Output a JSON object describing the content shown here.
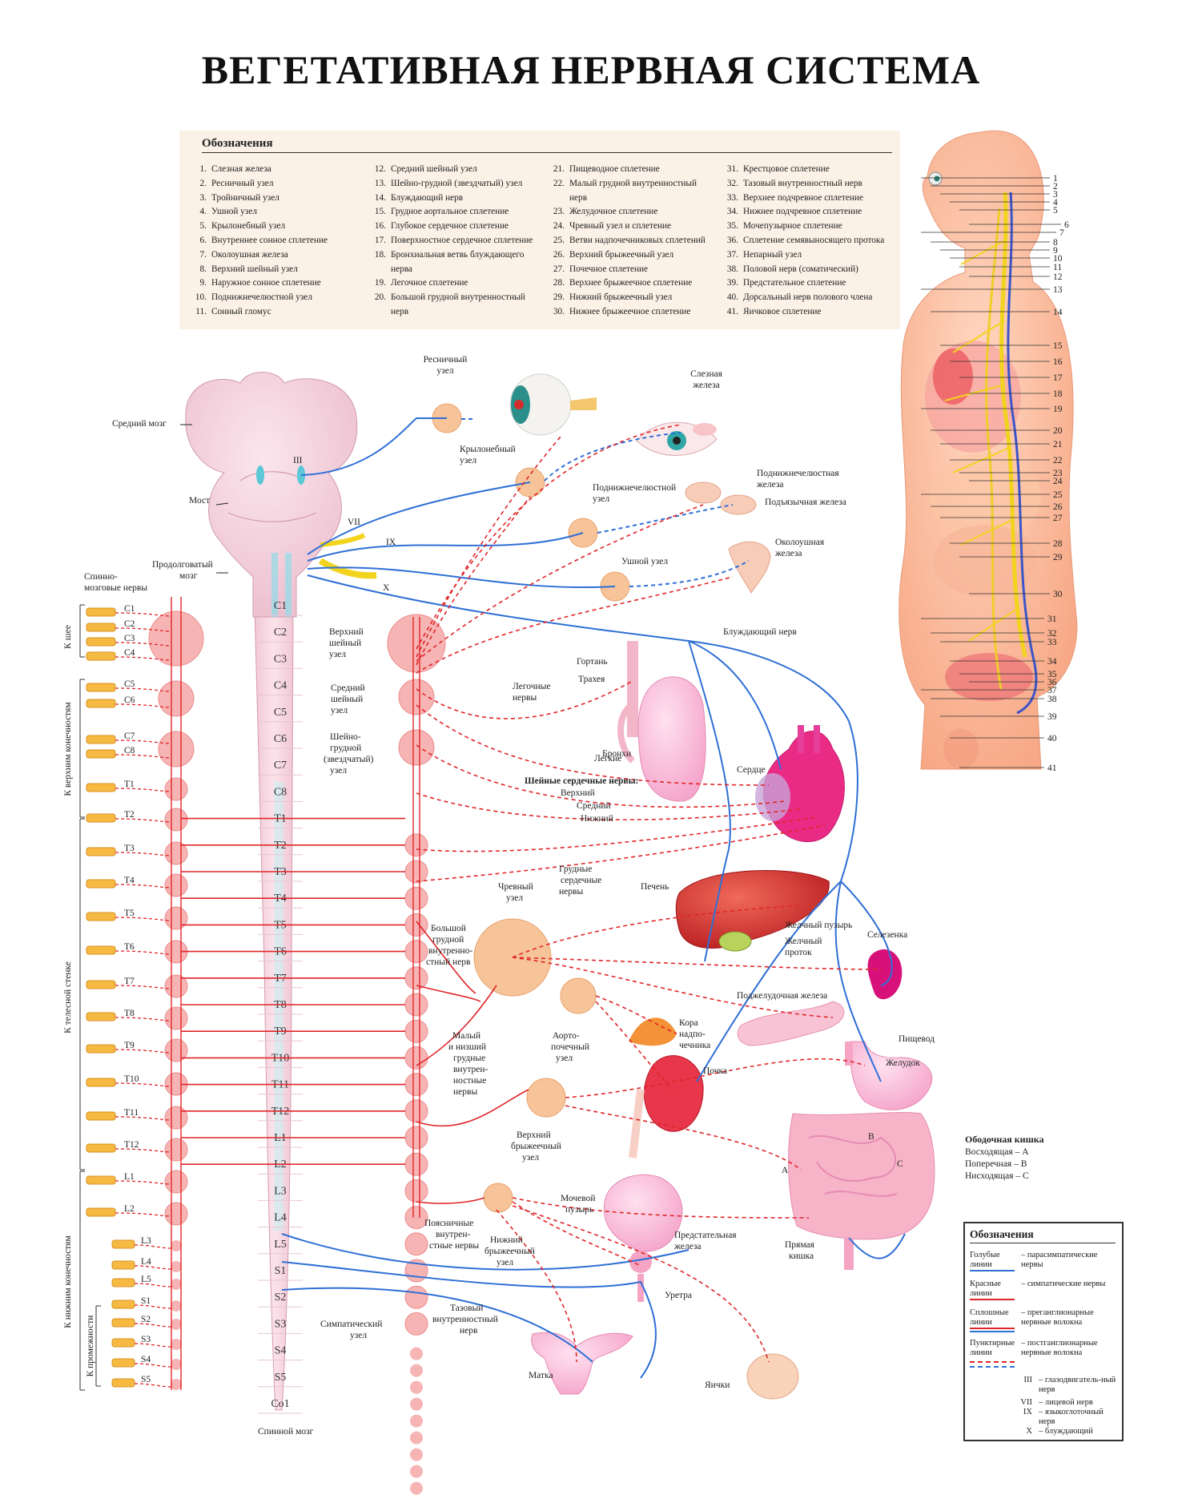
{
  "title": "ВЕГЕТАТИВНАЯ НЕРВНАЯ СИСТЕМА",
  "legend_top": {
    "title": "Обозначения",
    "col1": [
      {
        "n": "1.",
        "t": "Слезная железа"
      },
      {
        "n": "2.",
        "t": "Ресничный узел"
      },
      {
        "n": "3.",
        "t": "Тройничный узел"
      },
      {
        "n": "4.",
        "t": "Ушной узел"
      },
      {
        "n": "5.",
        "t": "Крылонебный узел"
      },
      {
        "n": "6.",
        "t": "Внутреннее сонное сплетение"
      },
      {
        "n": "7.",
        "t": "Околоушная железа"
      },
      {
        "n": "8.",
        "t": "Верхний шейный узел"
      },
      {
        "n": "9.",
        "t": "Наружное сонное сплетение"
      },
      {
        "n": "10.",
        "t": "Поднижнечелюстной узел"
      },
      {
        "n": "11.",
        "t": "Сонный гломус"
      }
    ],
    "col2": [
      {
        "n": "12.",
        "t": "Средний шейный узел"
      },
      {
        "n": "13.",
        "t": "Шейно-грудной (звездчатый) узел"
      },
      {
        "n": "14.",
        "t": "Блуждающий нерв"
      },
      {
        "n": "15.",
        "t": "Грудное аортальное сплетение"
      },
      {
        "n": "16.",
        "t": "Глубокое сердечное сплетение"
      },
      {
        "n": "17.",
        "t": "Поверхностное сердечное сплетение"
      },
      {
        "n": "18.",
        "t": "Бронхиальная ветвь блуждающего"
      },
      {
        "n": "",
        "t": "нерва"
      },
      {
        "n": "19.",
        "t": "Легочное сплетение"
      },
      {
        "n": "20.",
        "t": "Большой грудной внутренностный"
      },
      {
        "n": "",
        "t": "нерв"
      }
    ],
    "col3": [
      {
        "n": "21.",
        "t": "Пищеводное сплетение"
      },
      {
        "n": "22.",
        "t": "Малый грудной внутренностный"
      },
      {
        "n": "",
        "t": "нерв"
      },
      {
        "n": "23.",
        "t": "Желудочное сплетение"
      },
      {
        "n": "24.",
        "t": "Чревный узел и сплетение"
      },
      {
        "n": "25.",
        "t": "Ветви надпочечниковых сплетений"
      },
      {
        "n": "26.",
        "t": "Верхний брыжеечный узел"
      },
      {
        "n": "27.",
        "t": "Почечное сплетение"
      },
      {
        "n": "28.",
        "t": "Верхнее брыжеечное сплетение"
      },
      {
        "n": "29.",
        "t": "Нижний брыжеечный узел"
      },
      {
        "n": "30.",
        "t": "Нижнее брыжеечное сплетение"
      }
    ],
    "col4": [
      {
        "n": "31.",
        "t": "Крестцовое сплетение"
      },
      {
        "n": "32.",
        "t": "Тазовый внутренностный нерв"
      },
      {
        "n": "33.",
        "t": "Верхнее подчревное сплетение"
      },
      {
        "n": "34.",
        "t": "Нижнее подчревное сплетение"
      },
      {
        "n": "35.",
        "t": "Мочепузырное сплетение"
      },
      {
        "n": "36.",
        "t": "Сплетение семявыносящего протока"
      },
      {
        "n": "37.",
        "t": "Непарный узел"
      },
      {
        "n": "38.",
        "t": "Половой нерв (соматический)"
      },
      {
        "n": "39.",
        "t": "Предстательное сплетение"
      },
      {
        "n": "40.",
        "t": "Дорсальный нерв полового члена"
      },
      {
        "n": "41.",
        "t": "Яичковое сплетение"
      }
    ]
  },
  "body_numbers": [
    "1",
    "2",
    "3",
    "4",
    "5",
    "6",
    "7",
    "8",
    "9",
    "10",
    "11",
    "12",
    "13",
    "14",
    "15",
    "16",
    "17",
    "18",
    "19",
    "20",
    "21",
    "22",
    "23",
    "24",
    "25",
    "26",
    "27",
    "28",
    "29",
    "30",
    "31",
    "32",
    "33",
    "34",
    "35",
    "36",
    "37",
    "38",
    "39",
    "40",
    "41"
  ],
  "cord_segments": [
    "C1",
    "C2",
    "C3",
    "C4",
    "C5",
    "C6",
    "C7",
    "C8",
    "T1",
    "T2",
    "T3",
    "T4",
    "T5",
    "T6",
    "T7",
    "T8",
    "T9",
    "T10",
    "T11",
    "T12",
    "L1",
    "L2",
    "L3",
    "L4",
    "L5",
    "S1",
    "S2",
    "S3",
    "S4",
    "S5",
    "Co1"
  ],
  "spinal_nerve_labels": [
    "C1",
    "C2",
    "C3",
    "C4",
    "C5",
    "C6",
    "C7",
    "C8",
    "T1",
    "T2",
    "T3",
    "T4",
    "T5",
    "T6",
    "T7",
    "T8",
    "T9",
    "T10",
    "T11",
    "T12",
    "L1",
    "L2",
    "L3",
    "L4",
    "L5",
    "S1",
    "S2",
    "S3",
    "S4",
    "S5"
  ],
  "side_labels": {
    "neck": "К шее",
    "upper": "К верхним конечностям",
    "trunk": "К телесной стенке",
    "lower": "К нижним конечностям",
    "perineum": "К промежности"
  },
  "brain_labels": {
    "midbrain": "Средний мозг",
    "pons": "Мост",
    "medulla_1": "Продолговатый",
    "medulla_2": "мозг",
    "spinal_nerves_1": "Спинно-",
    "spinal_nerves_2": "мозговые нервы",
    "n3": "III",
    "n7": "VII",
    "n9": "IX",
    "n10": "X",
    "cord": "Спинной мозг"
  },
  "labels": {
    "ciliary_1": "Ресничный",
    "ciliary_2": "узел",
    "lacrimal_1": "Слезная",
    "lacrimal_2": "железа",
    "pterygo_1": "Крылонебный",
    "pterygo_2": "узел",
    "submand_gang_1": "Поднижнечелюстной",
    "submand_gang_2": "узел",
    "submand_gland_1": "Поднижнечелюстная",
    "submand_gland_2": "железа",
    "sublingual": "Подъязычная железа",
    "parotid_1": "Околоушная",
    "parotid_2": "железа",
    "otic": "Ушной узел",
    "vagus": "Блуждающий нерв",
    "sup_cerv_1": "Верхний",
    "sup_cerv_2": "шейный",
    "sup_cerv_3": "узел",
    "mid_cerv_1": "Средний",
    "mid_cerv_2": "шейный",
    "mid_cerv_3": "узел",
    "stell_1": "Шейно-",
    "stell_2": "грудной",
    "stell_3": "(звездчатый)",
    "stell_4": "узел",
    "pulm_1": "Легочные",
    "pulm_2": "нервы",
    "larynx": "Гортань",
    "trachea": "Трахея",
    "bronchi": "Бронхи",
    "lungs": "Легкие",
    "heart": "Сердце",
    "cardiac_title": "Шейные сердечные нервы:",
    "cardiac_sup": "Верхний",
    "cardiac_mid": "Средний",
    "cardiac_inf": "Нижний",
    "thor_card_1": "Грудные",
    "thor_card_2": "сердечные",
    "thor_card_3": "нервы",
    "liver": "Печень",
    "gallbladder": "Желчный пузырь",
    "bile_1": "Желчный",
    "bile_2": "проток",
    "spleen": "Селезенка",
    "celiac_1": "Чревный",
    "celiac_2": "узел",
    "gsn_1": "Большой",
    "gsn_2": "грудной",
    "gsn_3": "внутренно-",
    "gsn_4": "стный нерв",
    "lsn_1": "Малый",
    "lsn_2": "и низший",
    "lsn_3": "грудные",
    "lsn_4": "внутрен-",
    "lsn_5": "ностные",
    "lsn_6": "нервы",
    "aortorenal_1": "Аорто-",
    "aortorenal_2": "почечный",
    "aortorenal_3": "узел",
    "adrenal_1": "Кора",
    "adrenal_2": "надпо-",
    "adrenal_3": "чечника",
    "kidney": "Почка",
    "pancreas": "Поджелудочная железа",
    "esophagus": "Пищевод",
    "stomach": "Желудок",
    "sup_mes_1": "Верхний",
    "sup_mes_2": "брыжеечный",
    "sup_mes_3": "узел",
    "lumbar_1": "Поясничные",
    "lumbar_2": "внутрен-",
    "lumbar_3": "стные нервы",
    "inf_mes_1": "Нижний",
    "inf_mes_2": "брыжеечный",
    "inf_mes_3": "узел",
    "bladder_1": "Мочевой",
    "bladder_2": "пузырь",
    "prostate_1": "Предстательная",
    "prostate_2": "железа",
    "urethra": "Уретра",
    "rectum_1": "Прямая",
    "rectum_2": "кишка",
    "colon_a": "A",
    "colon_b": "B",
    "colon_c": "C",
    "pelvic_1": "Тазовый",
    "pelvic_2": "внутренностный",
    "pelvic_3": "нерв",
    "symp_1": "Симпатический",
    "symp_2": "узел",
    "uterus": "Матка",
    "testes": "Яички"
  },
  "colon_legend": {
    "title": "Ободочная кишка",
    "a": "Восходящая – A",
    "b": "Поперечная – B",
    "c": "Нисходящая – C"
  },
  "legend_bottom": {
    "title": "Обозначения",
    "blue_k": "Голубые линии",
    "blue_v": "– парасимпатические нервы",
    "red_k": "Красные линии",
    "red_v": "– симпатические нервы",
    "solid_k": "Сплошные линии",
    "solid_v": "– преганглионарные нервные волокна",
    "dotted_k": "Пунктирные линии",
    "dotted_v": "– постганглионарные нервные волокна",
    "n3_k": "III",
    "n3_v": "– глазодвигатель-ный нерв",
    "n7_k": "VII",
    "n7_v": "– лицевой нерв",
    "n9_k": "IX",
    "n9_v": "– языкоглоточный нерв",
    "n10_k": "X",
    "n10_v": "– блуждающий"
  },
  "colors": {
    "parasympathetic": "#2f6fd6",
    "sympathetic": "#e0262a",
    "ganglion": "#f7c49a",
    "chain": "#f6b7b7"
  }
}
